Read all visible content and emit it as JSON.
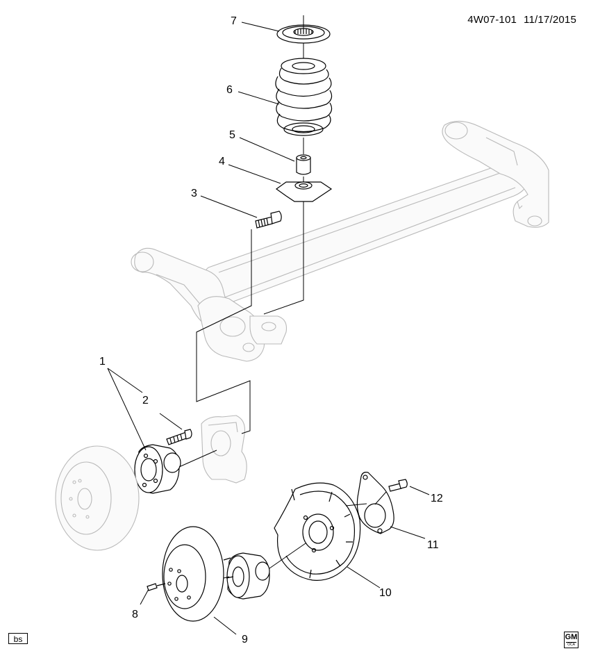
{
  "header": {
    "illustration_code": "4W07-101",
    "date": "11/17/2015"
  },
  "callouts": [
    "1",
    "2",
    "3",
    "4",
    "5",
    "6",
    "7",
    "8",
    "9",
    "10",
    "11",
    "12"
  ],
  "footer": {
    "badge_label": "bs",
    "logo_text": "GM",
    "logo_subtext": "OCA"
  }
}
